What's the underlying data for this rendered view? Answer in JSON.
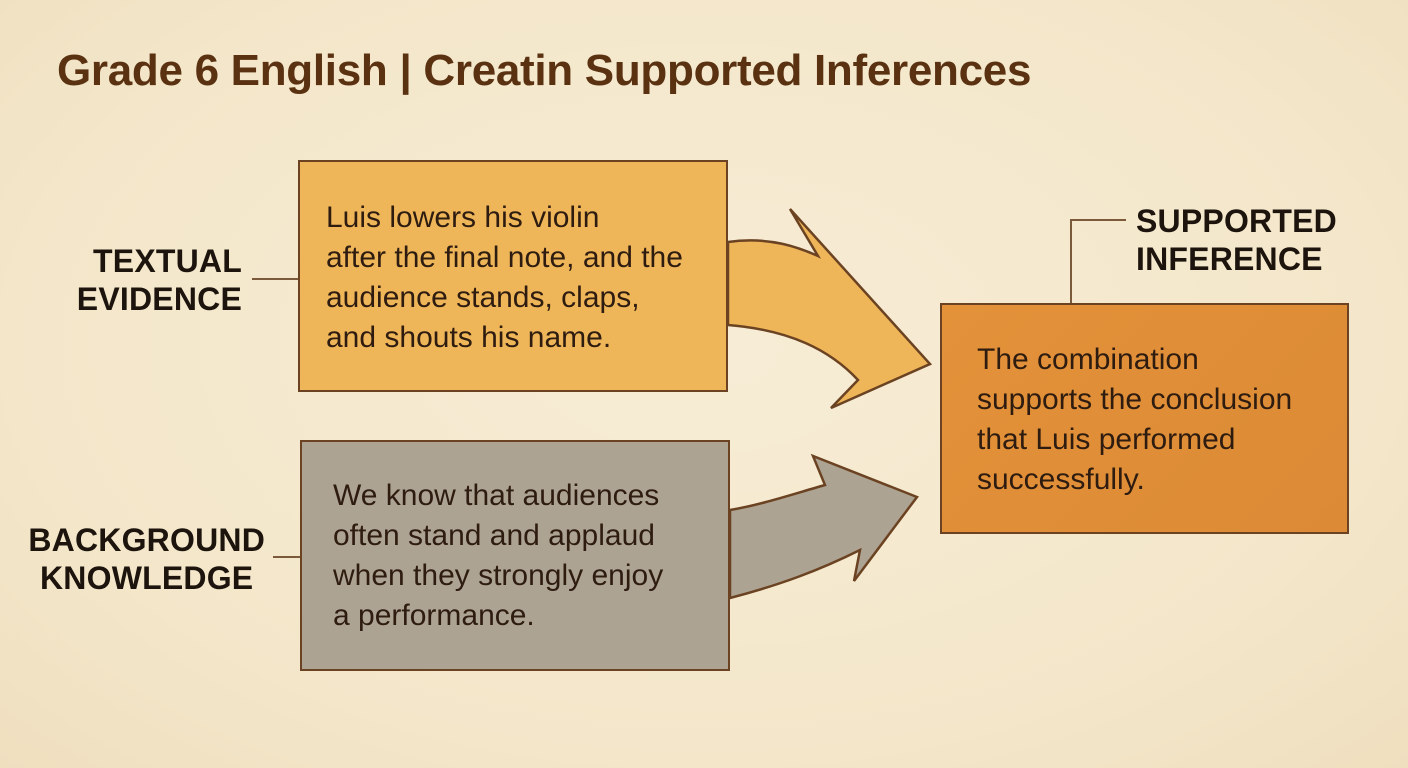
{
  "title": {
    "left": "Grade 6 English",
    "separator": "|",
    "right": "Creatin Supported Inferences"
  },
  "textual_evidence": {
    "label_line1": "TEXTUAL",
    "label_line2": "EVIDENCE",
    "text": "Luis lowers his violin\nafter the final note, and the\naudience stands, claps,\nand shouts his name."
  },
  "background_knowledge": {
    "label_line1": "BACKGROUND",
    "label_line2": "KNOWLEDGE",
    "text": "We know that audiences\noften stand and applaud\nwhen they strongly enjoy\na performance."
  },
  "supported_inference": {
    "label_line1": "SUPPORTED",
    "label_line2": "INFERENCE",
    "text": "The combination\nsupports the conclusion\nthat Luis performed\nsuccessfully."
  },
  "colors": {
    "background": "#f5e9d0",
    "evidence_box": "#efb659",
    "knowledge_box": "#ada392",
    "inference_box": "#df8e37",
    "title": "#5a3211",
    "border": "#6b4322"
  }
}
